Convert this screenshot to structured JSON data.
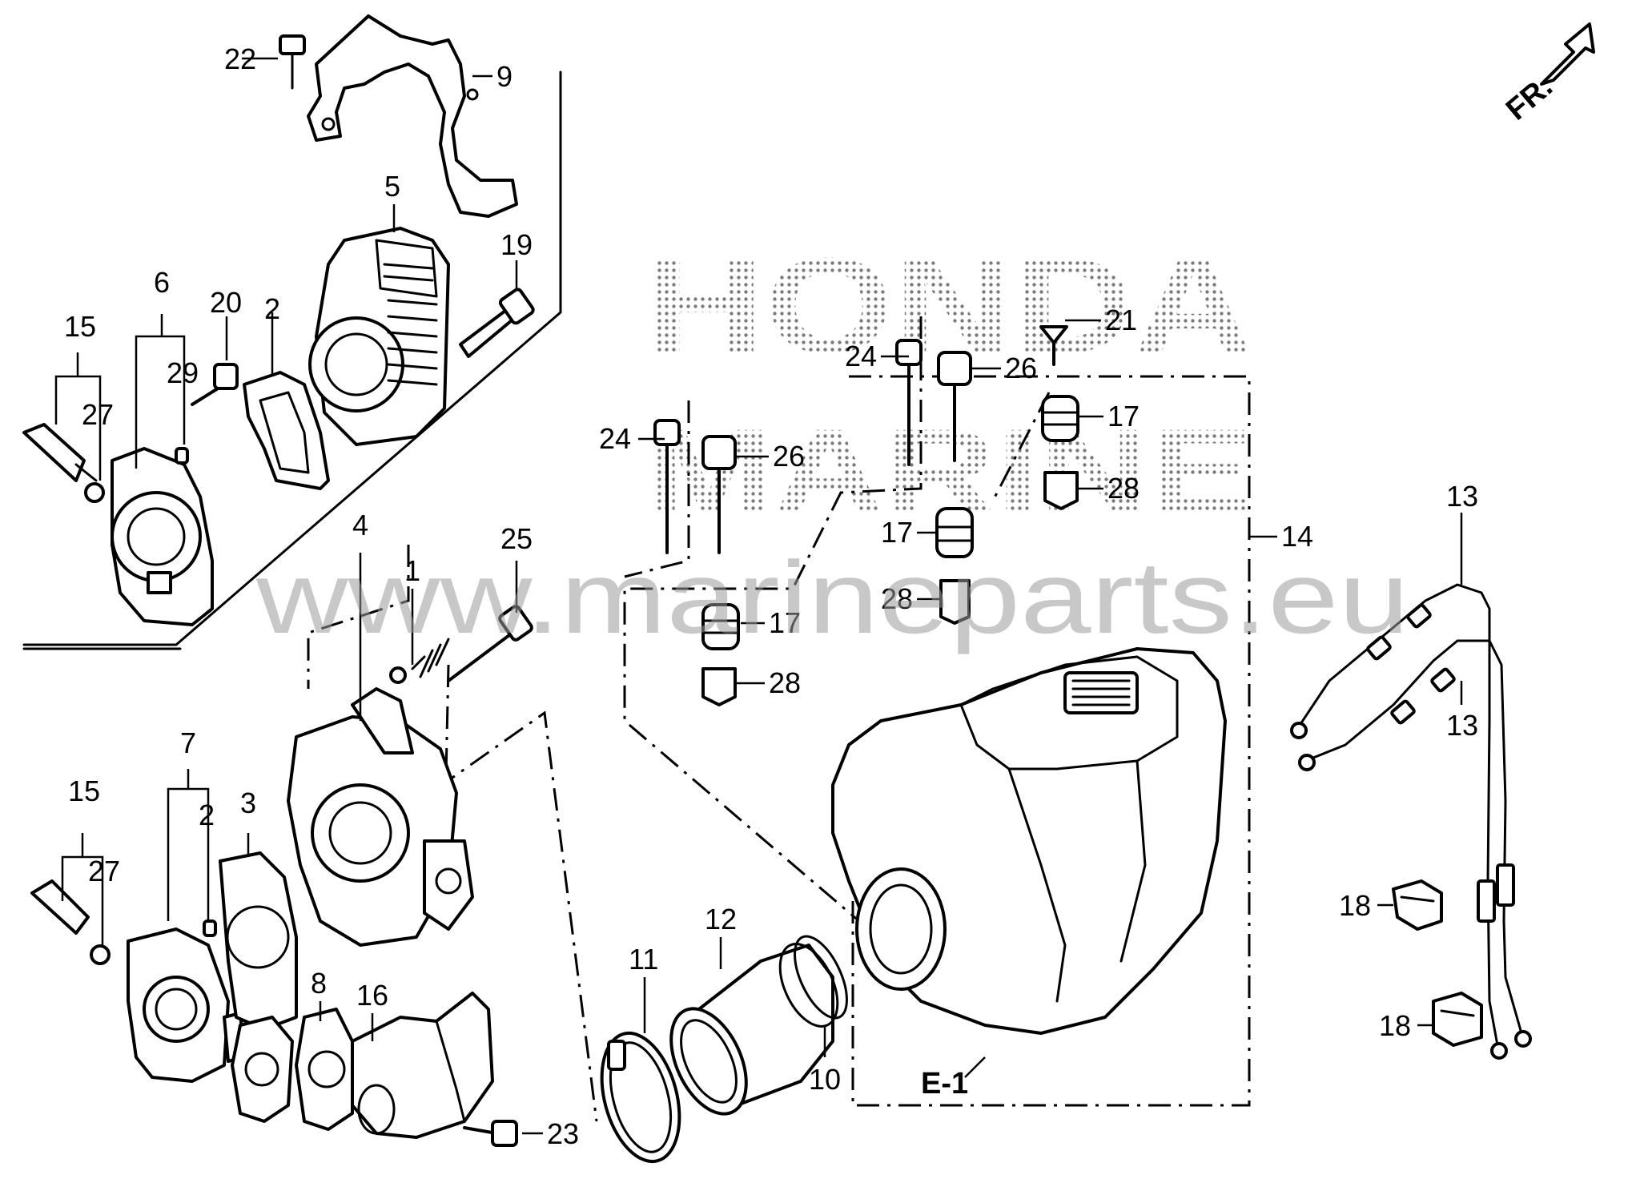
{
  "watermark": {
    "brand": "HONDA",
    "brand_line2": "MARINE",
    "url": "www.marineparts.eu"
  },
  "orientation": {
    "label": "FR."
  },
  "reference": {
    "label": "E-1"
  },
  "callouts": {
    "c1": "1",
    "c2a": "2",
    "c2b": "2",
    "c3": "3",
    "c4": "4",
    "c5": "5",
    "c6": "6",
    "c7": "7",
    "c8": "8",
    "c9": "9",
    "c10": "10",
    "c11": "11",
    "c12": "12",
    "c13a": "13",
    "c13b": "13",
    "c14": "14",
    "c15a": "15",
    "c15b": "15",
    "c16": "16",
    "c17a": "17",
    "c17b": "17",
    "c17c": "17",
    "c18a": "18",
    "c18b": "18",
    "c19": "19",
    "c20": "20",
    "c21": "21",
    "c22": "22",
    "c23": "23",
    "c24a": "24",
    "c24b": "24",
    "c25": "25",
    "c26a": "26",
    "c26b": "26",
    "c27a": "27",
    "c27b": "27",
    "c28a": "28",
    "c28b": "28",
    "c28c": "28",
    "c29": "29"
  },
  "colors": {
    "line": "#000000",
    "background": "#ffffff",
    "watermark": "#9a9a9a"
  }
}
